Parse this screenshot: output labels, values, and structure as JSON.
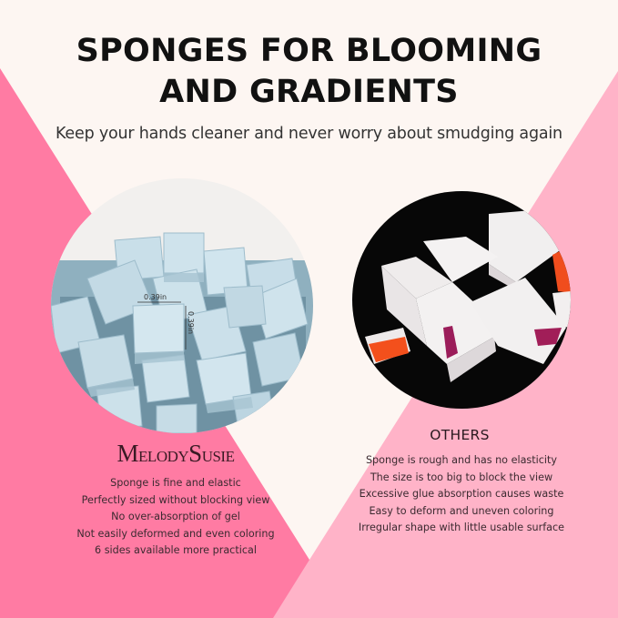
{
  "header": {
    "title_line1": "SPONGES FOR BLOOMING",
    "title_line2": "AND GRADIENTS",
    "subtitle": "Keep your hands cleaner and never worry about smudging again"
  },
  "colors": {
    "background": "#fdf6f2",
    "left_pink": "#ff7ba3",
    "right_pink": "#ffb3c8",
    "text_dark": "#111111",
    "list_text": "#3b2a30",
    "sponge_blue": "#c5dde8"
  },
  "left_panel": {
    "image_icon": "blue-cube-sponges-photo",
    "measure_label_top": "0.39in",
    "measure_label_side": "0.39in",
    "brand": {
      "m": "M",
      "elody": "ELODY",
      "s": "S",
      "usie": "USIE"
    },
    "features": [
      "Sponge is fine and elastic",
      "Perfectly sized without blocking view",
      "No over-absorption of gel",
      "Not easily deformed and even coloring",
      "6 sides available more practical"
    ]
  },
  "right_panel": {
    "image_icon": "white-sponge-blocks-photo",
    "heading": "OTHERS",
    "features": [
      "Sponge is rough and has no elasticity",
      "The size is too big to block the view",
      "Excessive glue absorption causes waste",
      "Easy to deform and uneven coloring",
      "Irregular shape with little usable surface"
    ]
  }
}
